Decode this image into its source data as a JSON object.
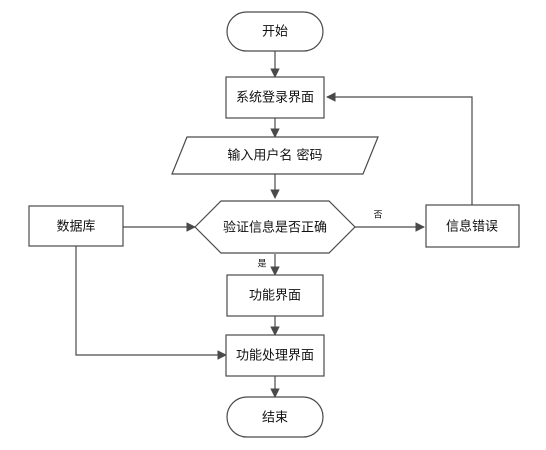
{
  "flowchart": {
    "nodes": {
      "start": {
        "label": "开始",
        "shape": "terminator"
      },
      "login": {
        "label": "系统登录界面",
        "shape": "process"
      },
      "input": {
        "label": "输入用户名 密码",
        "shape": "io"
      },
      "verify": {
        "label": "验证信息是否正确",
        "shape": "decision"
      },
      "database": {
        "label": "数据库",
        "shape": "process"
      },
      "error": {
        "label": "信息错误",
        "shape": "process"
      },
      "function": {
        "label": "功能界面",
        "shape": "process"
      },
      "processing": {
        "label": "功能处理界面",
        "shape": "process"
      },
      "end": {
        "label": "结束",
        "shape": "terminator"
      }
    },
    "edge_labels": {
      "no": "否",
      "yes": "是"
    },
    "colors": {
      "stroke": "#4a4a4a",
      "fill": "#ffffff",
      "text": "#111111"
    }
  }
}
